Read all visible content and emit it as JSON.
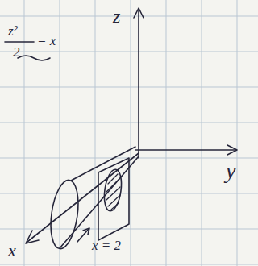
{
  "diagram": {
    "labels": [
      "z²",
      "2",
      "= x",
      "z",
      "y",
      "x",
      "x = 2"
    ]
  }
}
